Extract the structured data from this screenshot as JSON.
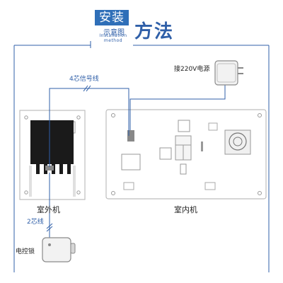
{
  "title": {
    "main_boxed": "安装",
    "main_big": "方法",
    "sub": "示意图",
    "english": "Installation method"
  },
  "labels": {
    "four_core_wire": "4芯信号线",
    "two_core_wire": "2芯线",
    "power": "接220V电源",
    "outdoor_unit": "室外机",
    "indoor_unit": "室内机",
    "electric_lock": "电控锁"
  },
  "colors": {
    "wire": "#2f5fa8",
    "title_box": "#2f6fb8",
    "device_outline": "#bfbfbf",
    "device_dark": "#1a1a1a"
  }
}
